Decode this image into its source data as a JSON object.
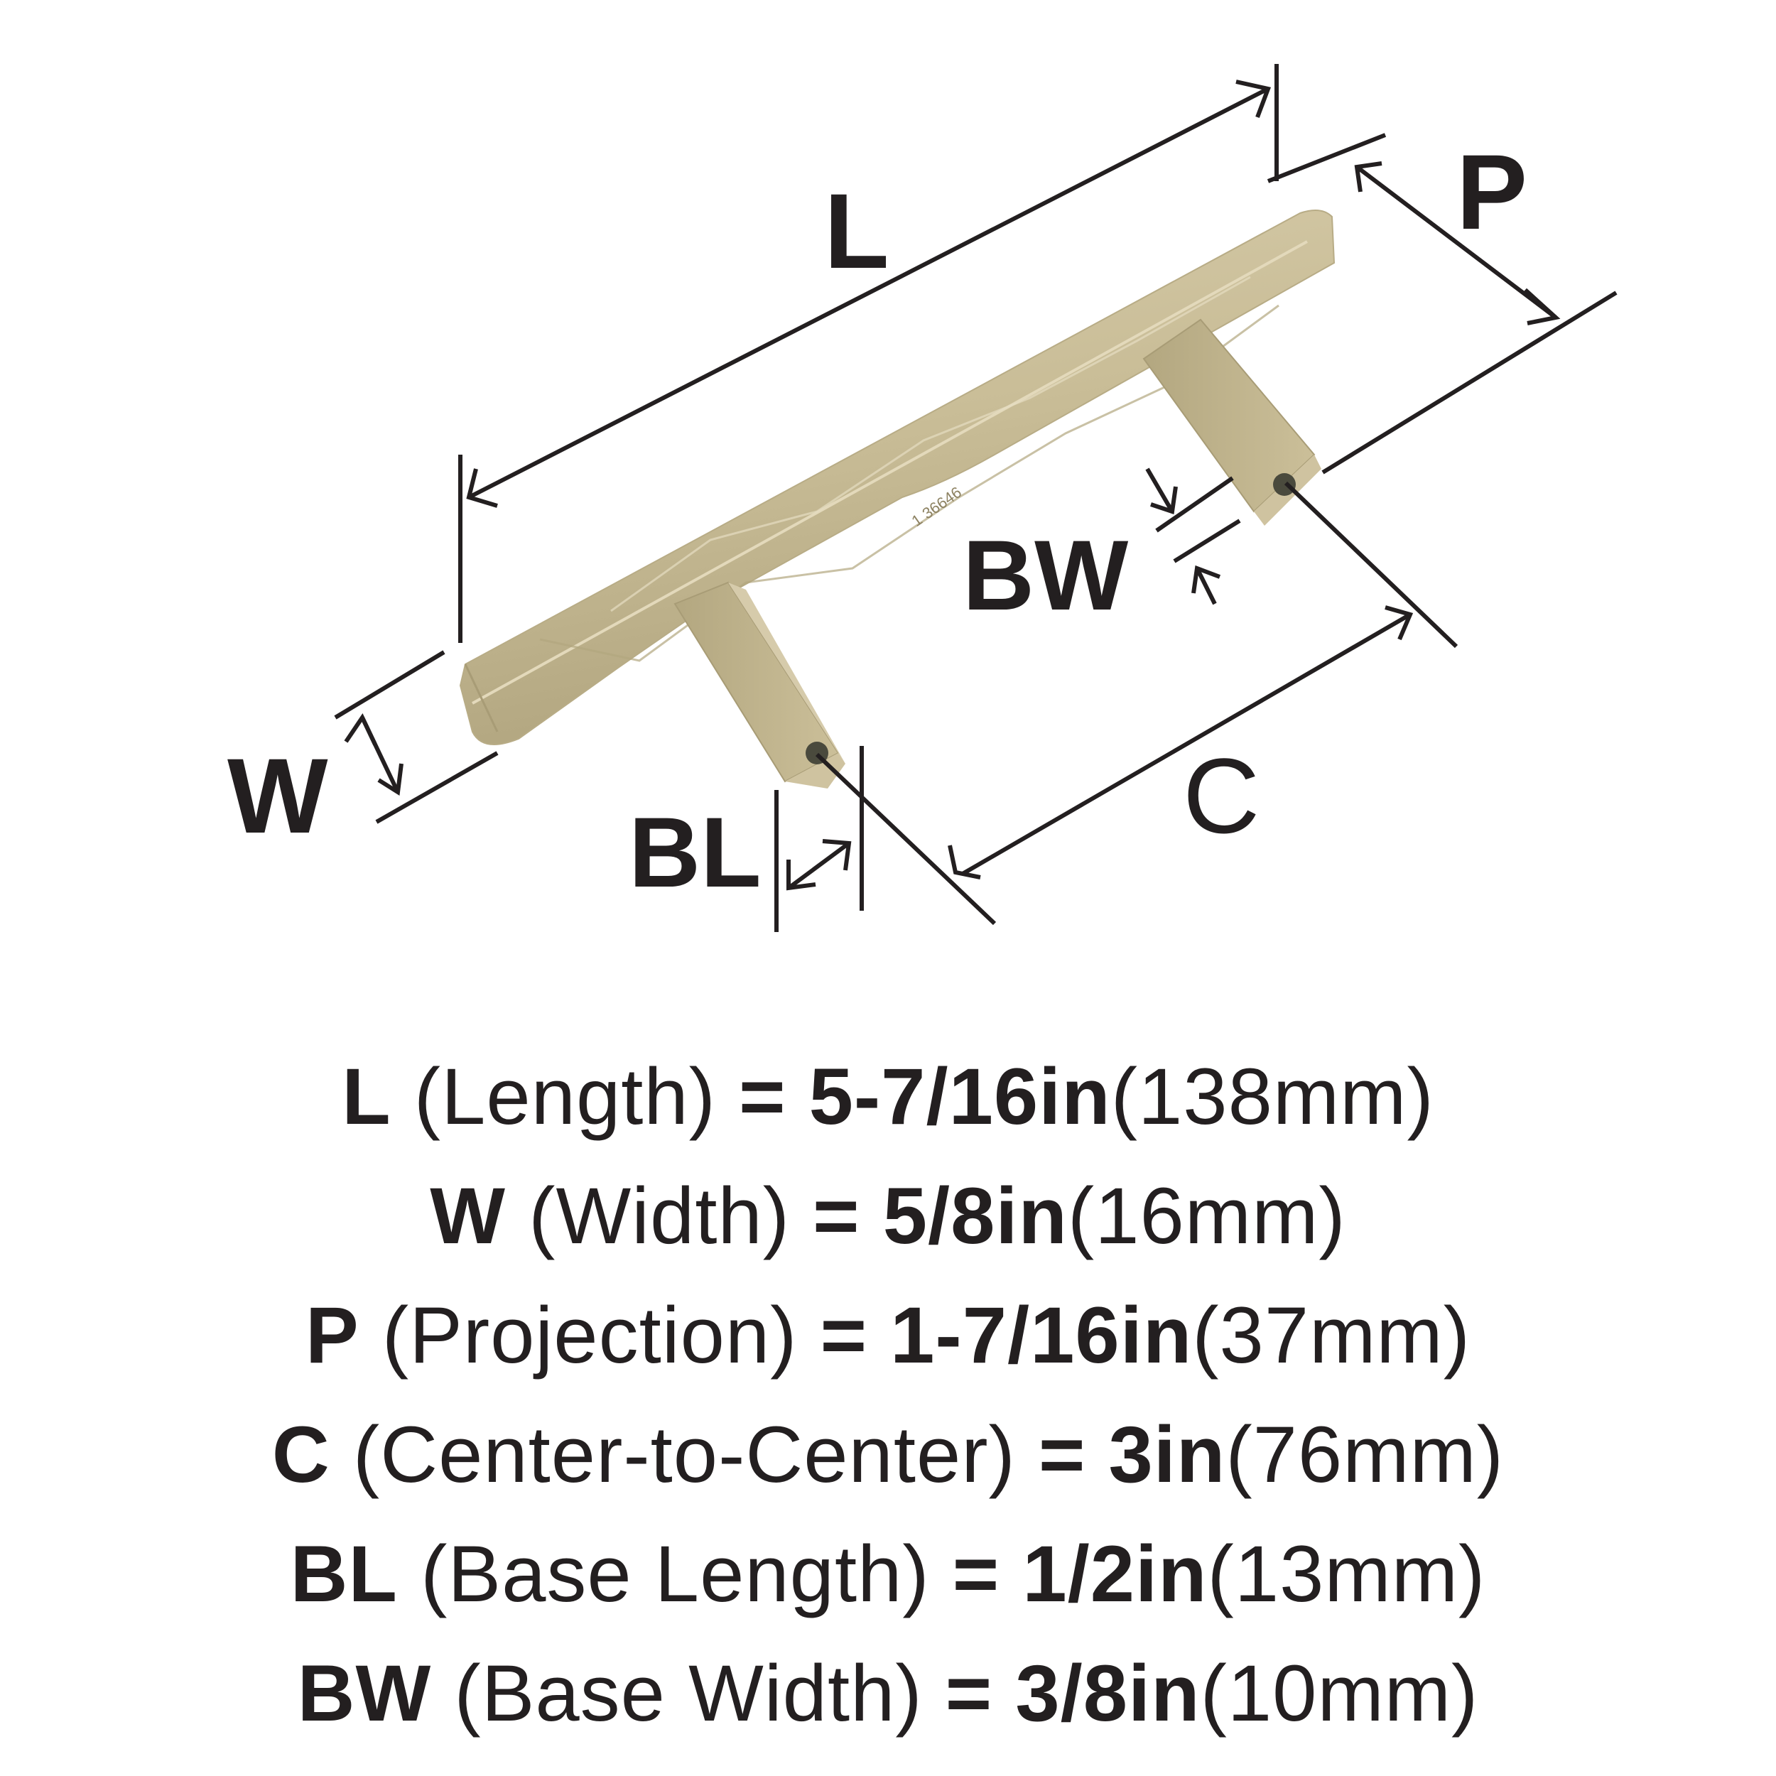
{
  "colors": {
    "ink": "#231f20",
    "finish_light": "#d3c8a6",
    "finish_mid": "#c2b68f",
    "finish_dark": "#a89c76",
    "background": "#ffffff"
  },
  "diagram": {
    "subject": "cabinet bar pull with faceted handle and two square posts",
    "part_marking": "1 36646",
    "labels": {
      "L": "L",
      "P": "P",
      "BW": "BW",
      "W": "W",
      "BL": "BL",
      "C": "C"
    }
  },
  "specs": [
    {
      "key": "L",
      "name": "(Length)",
      "eq": "=",
      "inches": "5-7/16in",
      "mm": "(138mm)"
    },
    {
      "key": "W",
      "name": "(Width)",
      "eq": "=",
      "inches": "5/8in",
      "mm": "(16mm)"
    },
    {
      "key": "P",
      "name": "(Projection)",
      "eq": "=",
      "inches": "1-7/16in",
      "mm": "(37mm)"
    },
    {
      "key": "C",
      "name": "(Center-to-Center)",
      "eq": "=",
      "inches": "3in",
      "mm": "(76mm)"
    },
    {
      "key": "BL",
      "name": "(Base Length)",
      "eq": "=",
      "inches": "1/2in",
      "mm": "(13mm)"
    },
    {
      "key": "BW",
      "name": "(Base Width)",
      "eq": "=",
      "inches": "3/8in",
      "mm": "(10mm)"
    }
  ]
}
